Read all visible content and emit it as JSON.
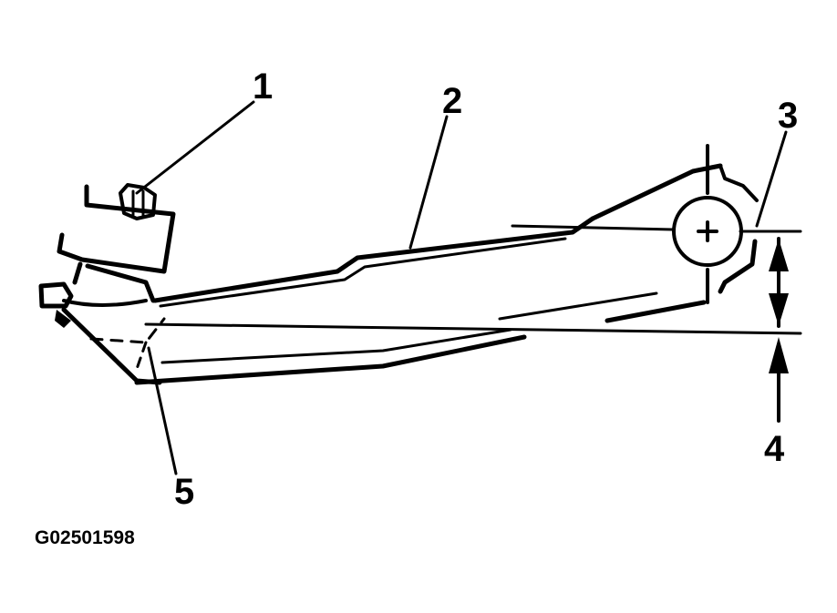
{
  "diagram": {
    "callouts": [
      "1",
      "2",
      "3",
      "4",
      "5"
    ],
    "figure_id": "G02501598"
  }
}
